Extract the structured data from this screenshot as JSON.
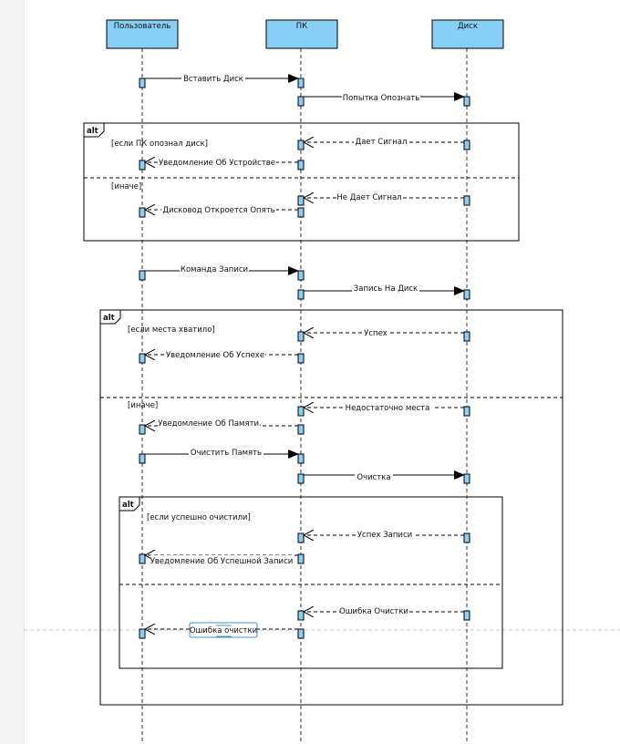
{
  "lifelines": [
    {
      "name": "Пользователь"
    },
    {
      "name": "ПК"
    },
    {
      "name": "Диск"
    }
  ],
  "messages": [
    {
      "label": "Вставить Диск"
    },
    {
      "label": "Попытка Опознать"
    },
    {
      "label": "Дает Сигнал"
    },
    {
      "label": "Уведомление Об Устройстве"
    },
    {
      "label": "Не Дает Сигнал"
    },
    {
      "label": "Дисковод Откроется Опять"
    },
    {
      "label": "Команда Записи"
    },
    {
      "label": "Запись На Диск"
    },
    {
      "label": "Успех"
    },
    {
      "label": "Уведомление Об Успехе"
    },
    {
      "label": "Недостаточно места"
    },
    {
      "label": "Уведомление Об Памяти."
    },
    {
      "label": "Очистить Память"
    },
    {
      "label": "Очистка"
    },
    {
      "label": "Успех Записи"
    },
    {
      "label": "Уведомление Об Успешной Записи"
    },
    {
      "label": "Ошибка Очистки"
    },
    {
      "label": "Ошибка очистки"
    }
  ],
  "fragments": [
    {
      "tag": "alt",
      "guards": [
        "[если ПК опознал диск]",
        "[иначе]"
      ]
    },
    {
      "tag": "alt",
      "guards": [
        "[если места хватило]",
        "[иначе]"
      ]
    },
    {
      "tag": "alt",
      "guards": [
        "[если успешно очистили]"
      ]
    }
  ],
  "colors": {
    "lifeline_fill": "#87cff5",
    "stroke": "#000000"
  }
}
